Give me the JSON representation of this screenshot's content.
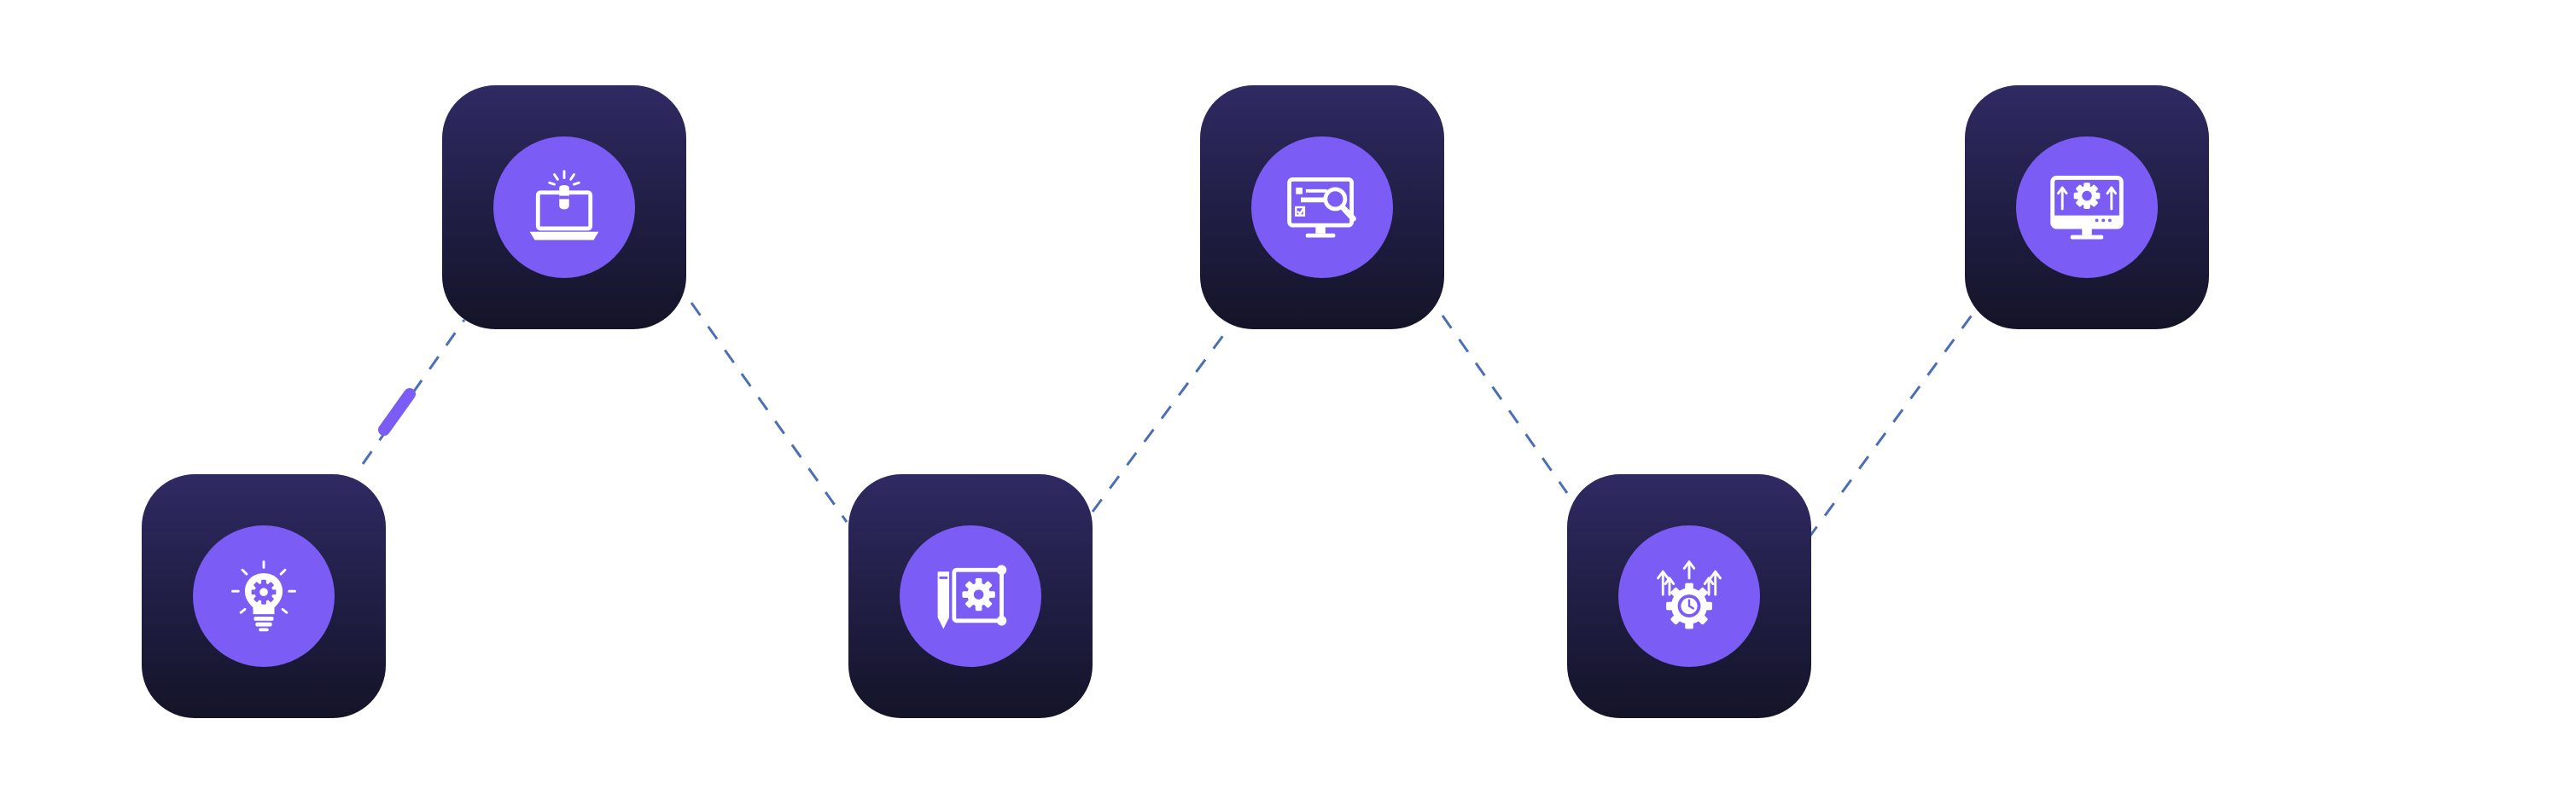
{
  "diagram": {
    "type": "process-zigzag",
    "colors": {
      "card_top": "#2f2a63",
      "card_bottom": "#141428",
      "circle": "#7b5cf5",
      "icon": "#ffffff",
      "connector": "#4a6fb5",
      "progress": "#7b5cf5"
    },
    "steps": [
      {
        "id": "step-1",
        "icon": "lightbulb-gear-icon"
      },
      {
        "id": "step-2",
        "icon": "laptop-touch-icon"
      },
      {
        "id": "step-3",
        "icon": "blueprint-pencil-gear-icon"
      },
      {
        "id": "step-4",
        "icon": "monitor-search-checklist-icon"
      },
      {
        "id": "step-5",
        "icon": "gear-clock-growth-arrows-icon"
      },
      {
        "id": "step-6",
        "icon": "monitor-gear-arrows-icon"
      }
    ]
  }
}
